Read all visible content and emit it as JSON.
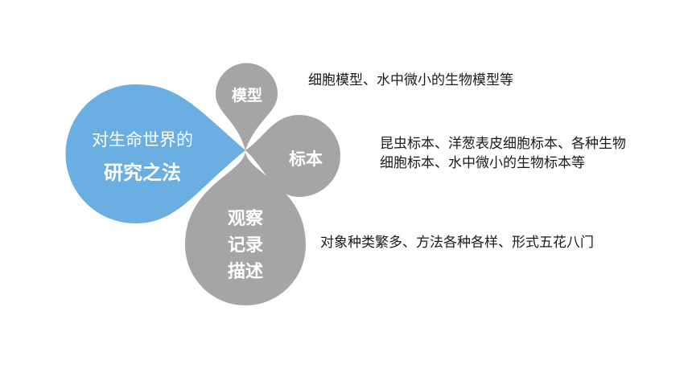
{
  "center": {
    "line1": "对生命世界的",
    "line2": "研究之法",
    "color": "#6aaee2"
  },
  "petal_color": "#a5a5a5",
  "methods": [
    {
      "label": "模型",
      "description": "细胞模型、水中微小的生物模型等"
    },
    {
      "label": "标本",
      "description_lines": [
        "昆虫标本、洋葱表皮细胞标本、各种生物",
        "细胞标本、水中微小的生物标本等"
      ]
    },
    {
      "label_lines": [
        "观察",
        "记录",
        "描述"
      ],
      "description": "对象种类繁多、方法各种各样、形式五花八门"
    }
  ]
}
